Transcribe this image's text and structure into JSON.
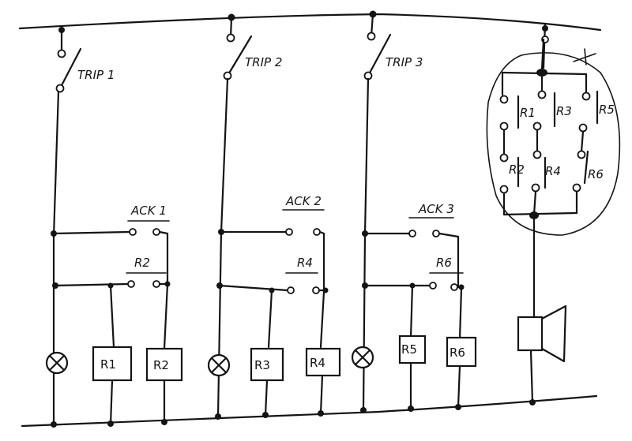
{
  "diagram": {
    "trip_labels": [
      "TRIP 1",
      "TRIP 2",
      "TRIP 3"
    ],
    "ack_labels": [
      "ACK 1",
      "ACK 2",
      "ACK 3"
    ],
    "hold_labels": [
      "R2",
      "R4",
      "R6"
    ],
    "relay_boxes": [
      "R1",
      "R2",
      "R3",
      "R4",
      "R5",
      "R6"
    ],
    "alarm_contacts": [
      "R1",
      "R2",
      "R3",
      "R4",
      "R5",
      "R6"
    ]
  }
}
